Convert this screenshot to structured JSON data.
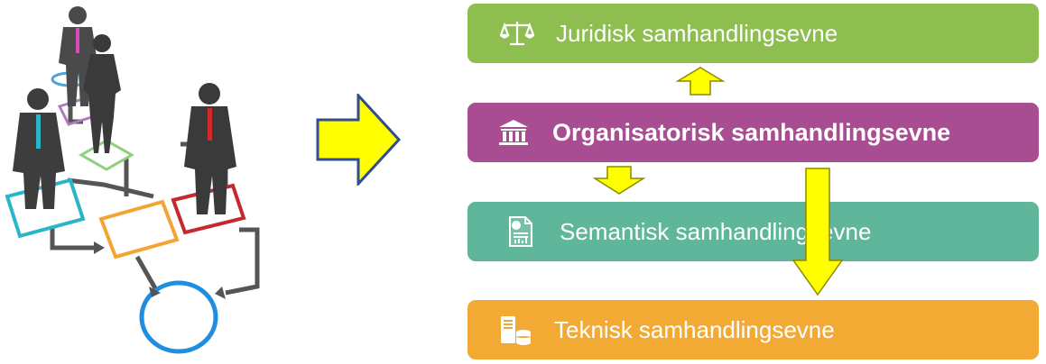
{
  "colors": {
    "juridisk": "#8fbe50",
    "organisatorisk": "#a94d92",
    "semantisk": "#5fb69b",
    "teknisk": "#f3aa35",
    "arrow_fill": "#ffff00",
    "arrow_stroke": "#8a8a00",
    "main_arrow_stroke": "#2f4d8f"
  },
  "layers": [
    {
      "label": "Juridisk samhandlingsevne",
      "icon": "scales-icon"
    },
    {
      "label": "Organisatorisk samhandlingsevne",
      "icon": "institution-icon"
    },
    {
      "label": "Semantisk samhandlingsevne",
      "icon": "document-chart-icon"
    },
    {
      "label": "Teknisk samhandlingsevne",
      "icon": "server-database-icon"
    }
  ]
}
